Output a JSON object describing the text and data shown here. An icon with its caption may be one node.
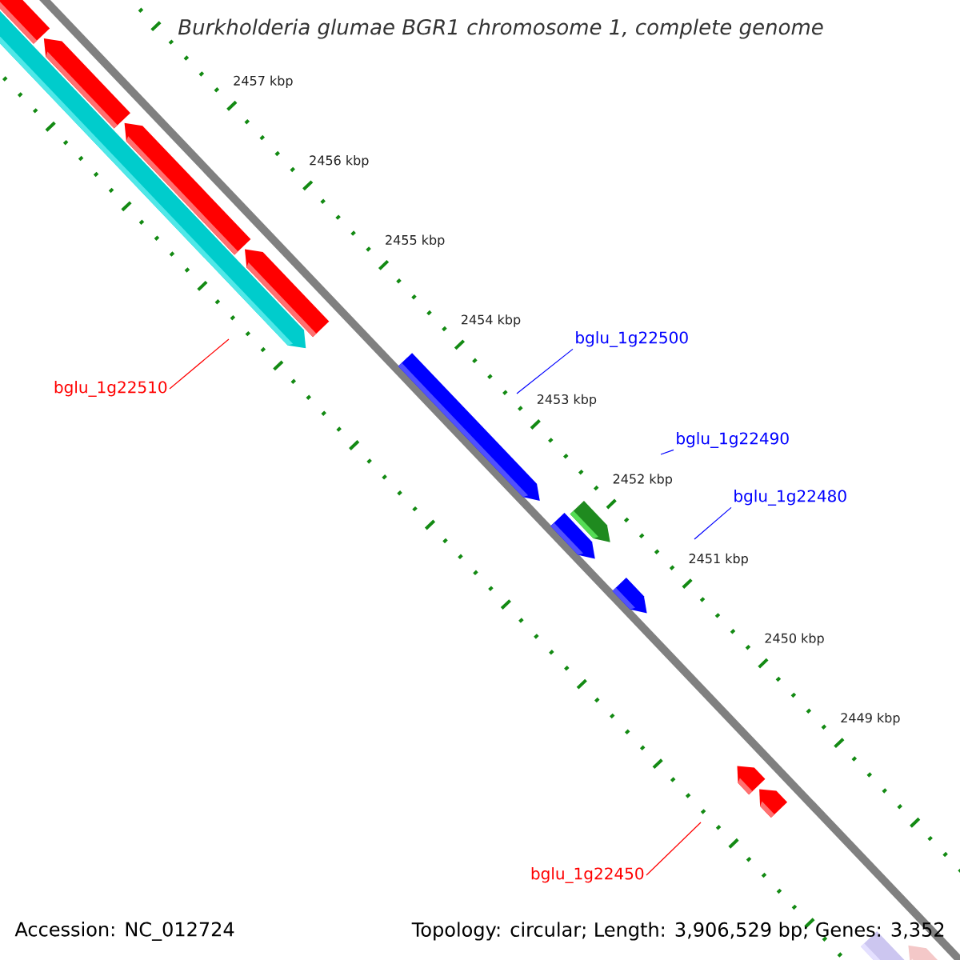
{
  "diagram": {
    "title": "Burkholderia glumae BGR1 chromosome 1, complete genome",
    "nodes": [
      {
        "text": [
          "bglu_1g22510"
        ]
      },
      {
        "text": [
          "bglu_1g22500"
        ]
      },
      {
        "text": [
          "bglu_1g22490"
        ]
      },
      {
        "text": [
          "bglu_1g22480"
        ]
      },
      {
        "text": [
          "bglu_1g22450"
        ]
      }
    ],
    "edges": [
      {
        "from": 0,
        "to": null,
        "arrow": "none",
        "color": "#ff0000"
      },
      {
        "from": 1,
        "to": null,
        "arrow": "none"
      },
      {
        "from": 2,
        "to": null,
        "arrow": "none"
      },
      {
        "from": 3,
        "to": null,
        "arrow": "none"
      },
      {
        "from": 4,
        "to": null,
        "arrow": "none",
        "color": "#ff0000"
      }
    ],
    "labels": [
      "2457 kbp",
      "2456 kbp",
      "2455 kbp",
      "2454 kbp",
      "2453 kbp",
      "2452 kbp",
      "2451 kbp",
      "2450 kbp",
      "2449 kbp",
      "Accession: NC_012724",
      "Topology: circular; Length: 3,906,529 bp; Genes: 3,352"
    ]
  }
}
